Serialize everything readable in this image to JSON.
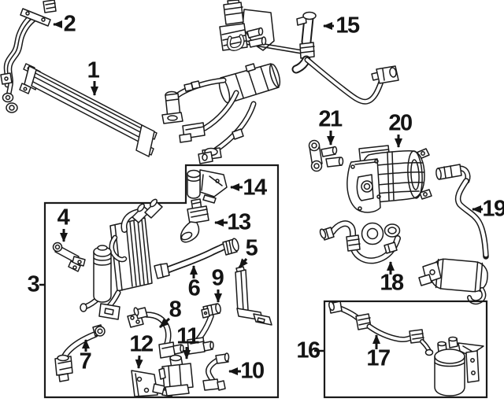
{
  "figure": {
    "type": "parts-diagram",
    "background_color": "#ffffff",
    "line_color": "#1a1a1a",
    "callouts": [
      {
        "label": "1"
      },
      {
        "label": "2"
      },
      {
        "label": "3"
      },
      {
        "label": "4"
      },
      {
        "label": "5"
      },
      {
        "label": "6"
      },
      {
        "label": "7"
      },
      {
        "label": "8"
      },
      {
        "label": "9"
      },
      {
        "label": "10"
      },
      {
        "label": "11"
      },
      {
        "label": "12"
      },
      {
        "label": "13"
      },
      {
        "label": "14"
      },
      {
        "label": "15"
      },
      {
        "label": "16"
      },
      {
        "label": "17"
      },
      {
        "label": "18"
      },
      {
        "label": "19"
      },
      {
        "label": "20"
      },
      {
        "label": "21"
      }
    ]
  }
}
